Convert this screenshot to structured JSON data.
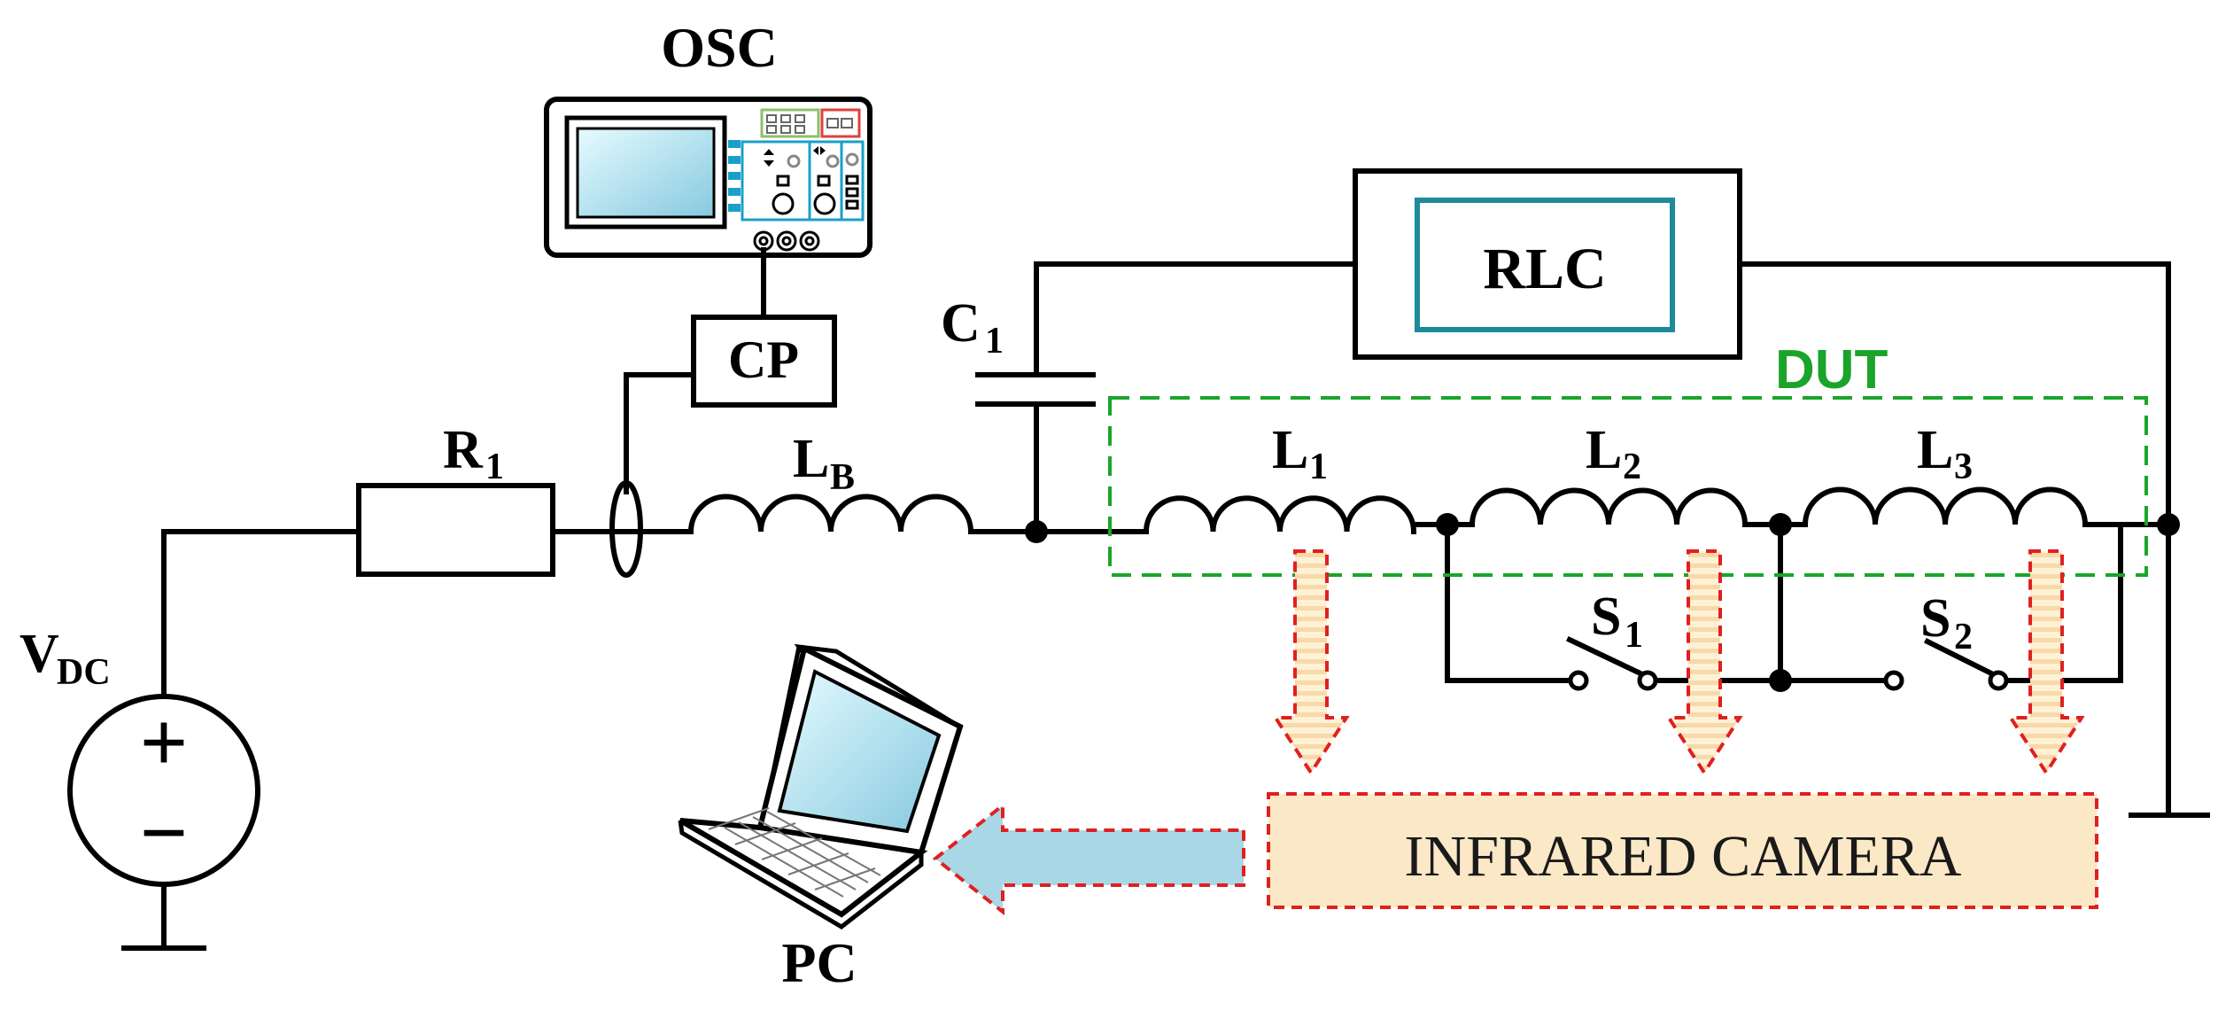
{
  "labels": {
    "osc": "OSC",
    "cp": "CP",
    "rlc": "RLC",
    "dut": "DUT",
    "pc": "PC",
    "infrared_camera": "INFRARED CAMERA",
    "r1": {
      "main": "R",
      "sub": "1"
    },
    "lb": {
      "main": "L",
      "sub": "B"
    },
    "c1": {
      "main": "C",
      "sub": "1"
    },
    "l1": {
      "main": "L",
      "sub": "1"
    },
    "l2": {
      "main": "L",
      "sub": "2"
    },
    "l3": {
      "main": "L",
      "sub": "3"
    },
    "s1": {
      "main": "S",
      "sub": "1"
    },
    "s2": {
      "main": "S",
      "sub": "2"
    },
    "vdc": {
      "main": "V",
      "sub": "DC"
    },
    "plus": "+",
    "minus": "−"
  },
  "colors": {
    "wire": "#000000",
    "dut_box": "#1aa52a",
    "rlc_inner": "#1f8a9a",
    "arrow_dash": "#e02020",
    "arrow_fill": "#fde9c0",
    "camera_fill": "#fbe8c6",
    "pc_arrow_fill": "#a8d8e6",
    "screen_fill": "#c9eef7",
    "osc_panel": "#1aa0c8"
  }
}
